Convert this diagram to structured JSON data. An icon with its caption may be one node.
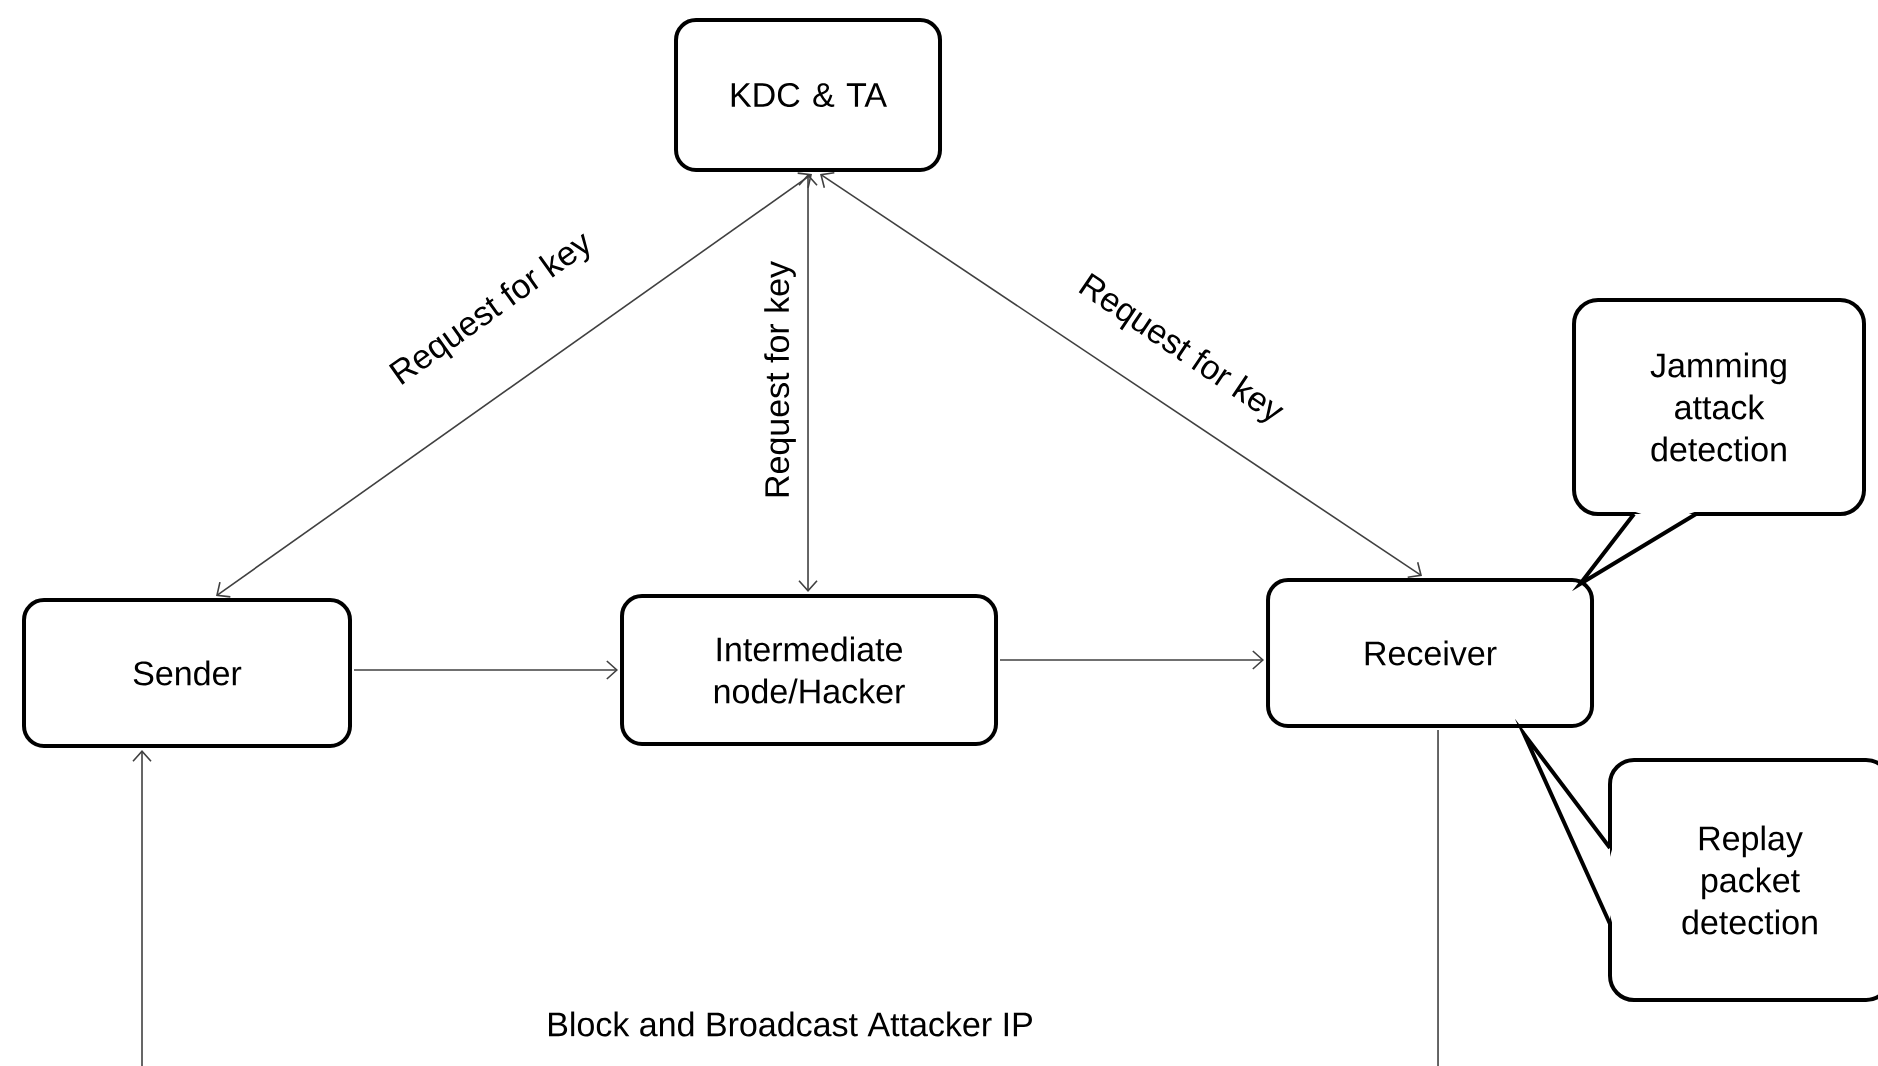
{
  "diagram": {
    "nodes": [
      {
        "text": [
          "KDC & TA"
        ]
      },
      {
        "text": [
          "Sender"
        ]
      },
      {
        "text": [
          "Intermediate node/Hacker"
        ]
      },
      {
        "text": [
          "Receiver"
        ]
      },
      {
        "text": [
          "Jamming attack detection"
        ]
      },
      {
        "text": [
          "Replay packet detection"
        ]
      }
    ],
    "edges": [
      {
        "from": 0,
        "to": 1,
        "arrow": "both",
        "label": "Request for key"
      },
      {
        "from": 0,
        "to": 2,
        "arrow": "both",
        "label": "Request for key"
      },
      {
        "from": 0,
        "to": 3,
        "arrow": "both",
        "label": "Request for key"
      },
      {
        "from": 1,
        "to": 2,
        "arrow": "to"
      },
      {
        "from": 2,
        "to": 3,
        "arrow": "to"
      },
      {
        "from": 3,
        "to": 1,
        "arrow": "to",
        "label": "Block and Broadcast Attacker IP"
      }
    ]
  }
}
